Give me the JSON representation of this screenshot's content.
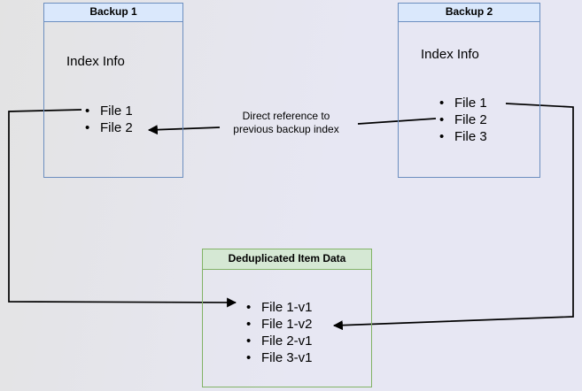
{
  "boxes": {
    "backup1": {
      "title": "Backup 1",
      "subtitle": "Index Info",
      "items": [
        "File 1",
        "File 2"
      ]
    },
    "backup2": {
      "title": "Backup 2",
      "subtitle": "Index Info",
      "items": [
        "File 1",
        "File 2",
        "File 3"
      ]
    },
    "dedup": {
      "title": "Deduplicated Item Data",
      "items": [
        "File 1-v1",
        "File 1-v2",
        "File 2-v1",
        "File 3-v1"
      ]
    }
  },
  "edges": {
    "direct_reference": {
      "label_line1": "Direct reference to",
      "label_line2": "previous backup index"
    }
  },
  "colors": {
    "blue_border": "#6c8ebf",
    "blue_header_fill": "#dae8fc",
    "green_border": "#82b366",
    "green_header_fill": "#d5e8d4",
    "arrow_color": "#000000",
    "text_color": "#000000",
    "canvas_bg_left": "#e3e3e3",
    "canvas_bg_right": "#e7e7f3"
  }
}
